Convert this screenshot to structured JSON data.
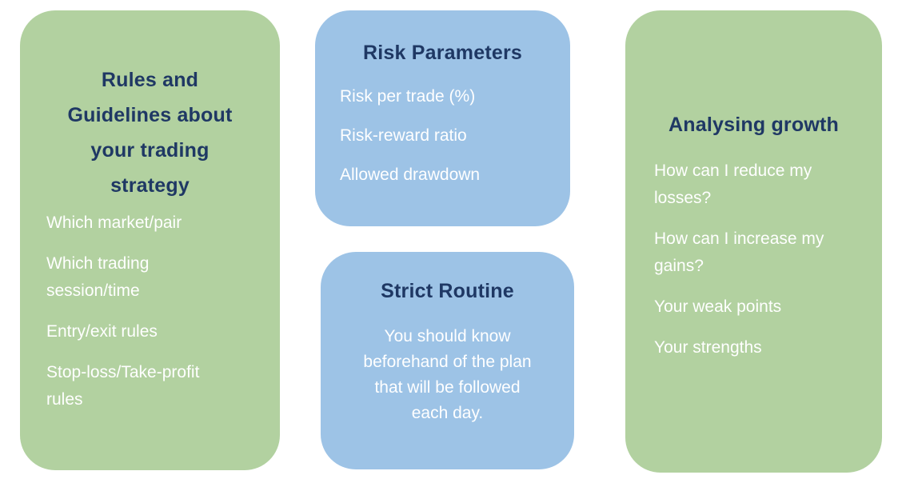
{
  "slide": {
    "background": "#ffffff"
  },
  "colors": {
    "card_green": "#b2d1a0",
    "card_blue": "#9dc3e6",
    "heading_navy": "#1f3864",
    "body_text": "#ffffff"
  },
  "cards": {
    "rules": {
      "title": "Rules and Guidelines about your trading strategy",
      "title_lines": [
        "Rules and",
        "Guidelines about",
        "your trading",
        "strategy"
      ],
      "items": [
        "Which market/pair",
        "Which trading session/time",
        "Entry/exit rules",
        "Stop-loss/Take-profit rules"
      ]
    },
    "risk": {
      "title": "Risk Parameters",
      "items": [
        "Risk per trade (%)",
        "Risk-reward ratio",
        "Allowed drawdown"
      ]
    },
    "routine": {
      "title": "Strict Routine",
      "body": "You should know beforehand of the plan that will be followed each day.",
      "body_lines": [
        "You should know",
        "beforehand of the plan",
        "that will be followed",
        "each day."
      ]
    },
    "growth": {
      "title": "Analysing growth",
      "items": [
        "How can I reduce my losses?",
        "How can I increase my gains?",
        "Your weak points",
        "Your strengths"
      ]
    }
  }
}
